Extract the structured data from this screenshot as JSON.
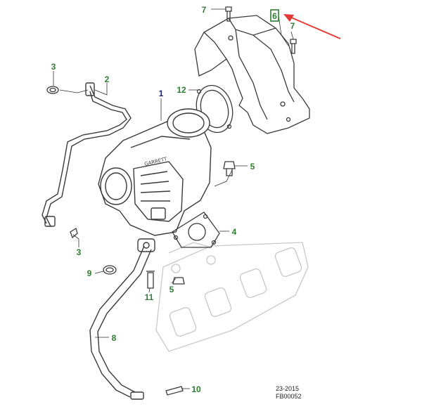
{
  "diagram": {
    "callouts": [
      {
        "id": "c7a",
        "label": "7",
        "kind": "normal"
      },
      {
        "id": "c6",
        "label": "6",
        "kind": "boxed"
      },
      {
        "id": "c7b",
        "label": "7",
        "kind": "normal"
      },
      {
        "id": "c3a",
        "label": "3",
        "kind": "normal"
      },
      {
        "id": "c2",
        "label": "2",
        "kind": "normal"
      },
      {
        "id": "c1",
        "label": "1",
        "kind": "main"
      },
      {
        "id": "c12",
        "label": "12",
        "kind": "normal"
      },
      {
        "id": "c5a",
        "label": "5",
        "kind": "normal"
      },
      {
        "id": "c4",
        "label": "4",
        "kind": "normal"
      },
      {
        "id": "c3b",
        "label": "3",
        "kind": "normal"
      },
      {
        "id": "c9",
        "label": "9",
        "kind": "normal"
      },
      {
        "id": "c5b",
        "label": "5",
        "kind": "normal"
      },
      {
        "id": "c11",
        "label": "11",
        "kind": "normal"
      },
      {
        "id": "c8",
        "label": "8",
        "kind": "normal"
      },
      {
        "id": "c10",
        "label": "10",
        "kind": "normal"
      }
    ],
    "reference": {
      "line1": "23-2015",
      "line2": "FB00052"
    },
    "colors": {
      "callout_green": "#2e7d32",
      "callout_blue": "#1a237e",
      "highlight_box": "#2e7d32",
      "arrow_red": "#e53935",
      "line_art": "#3a3a3a",
      "ghost_art": "#c8c8c8"
    }
  }
}
